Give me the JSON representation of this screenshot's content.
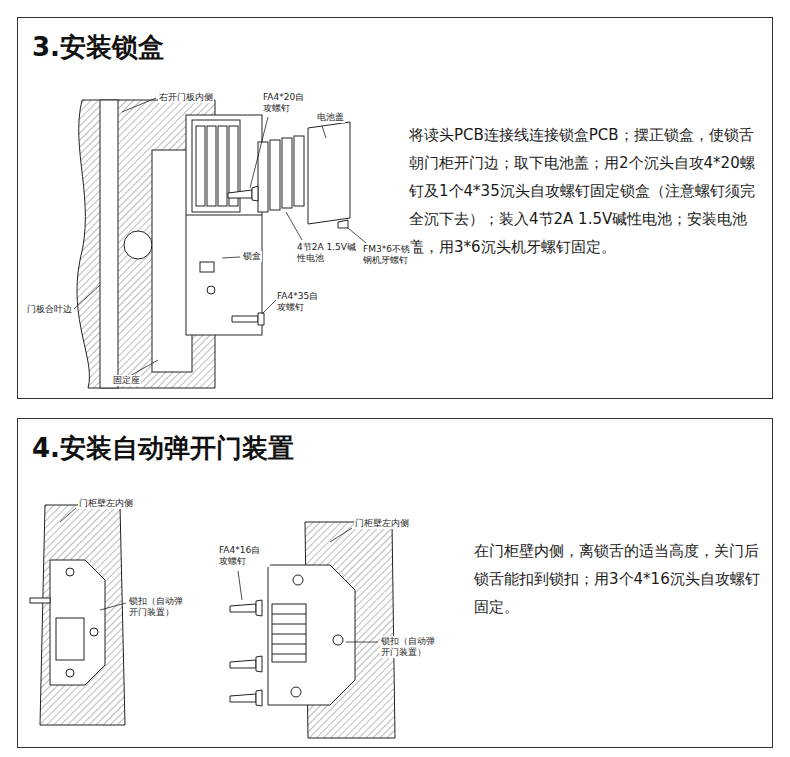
{
  "diagram": {
    "nodes": [
      {
        "text": [
          "3.安装锁盒",
          "将读头PCB连接线连接锁盒PCB；摆正锁盒，使锁舌朝门柜开门边；取下电池盖；用2个沉头自攻4*20螺钉及1个4*35沉头自攻螺钉固定锁盒（注意螺钉须完全沉下去）；装入4节2A 1.5V碱性电池；安装电池盖，用3*6沉头机牙螺钉固定。"
        ]
      },
      {
        "text": [
          "4.安装自动弹开门装置",
          "在门柜壁内侧，离锁舌的适当高度，关门后锁舌能扣到锁扣；用3个4*16沉头自攻螺钉固定。"
        ]
      }
    ],
    "labels": [
      "右开门板内侧",
      "FA4*20自攻螺钉",
      "电池盖",
      "门板合叶边",
      "锁盒",
      "4节2A 1.5V碱性电池",
      "FM3*6不锈钢机牙螺钉",
      "FA4*35自攻螺钉",
      "固定座",
      "门柜壁左内侧",
      "FA4*16自攻螺钉",
      "锁扣（自动弹开门装置）",
      "门柜壁左内侧",
      "锁扣（自动弹开门装置）"
    ]
  }
}
